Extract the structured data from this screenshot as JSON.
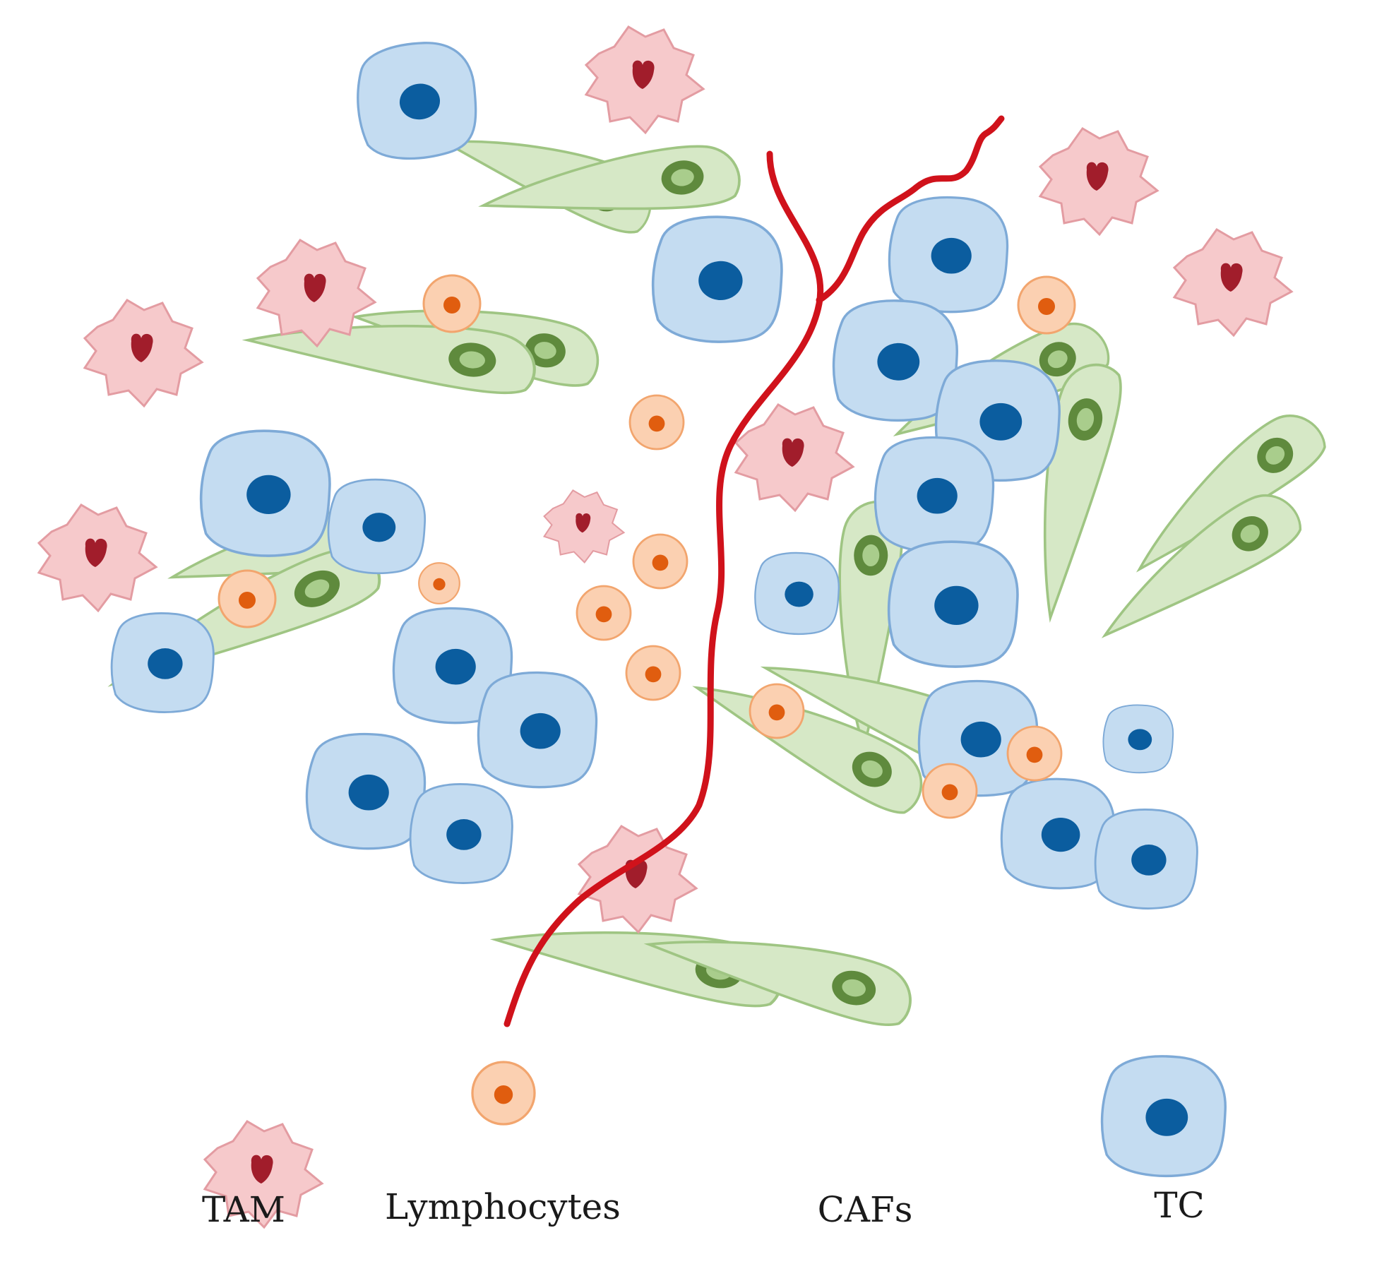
{
  "legend": {
    "tam": "TAM",
    "lymphocytes": "Lymphocytes",
    "cafs": "CAFs",
    "tc": "TC"
  },
  "colors": {
    "tam_fill": "#f6c9cb",
    "tam_stroke": "#e39ca2",
    "tam_nucleus": "#a11d2b",
    "lymph_fill": "#fbd0b1",
    "lymph_stroke": "#f2a56e",
    "lymph_nucleus": "#e05d0f",
    "caf_fill": "#d6e8c6",
    "caf_stroke": "#9fc583",
    "caf_nucleus_ring": "#5f8a3d",
    "caf_nucleus_core": "#a9cd8c",
    "tc_fill": "#c4dcf1",
    "tc_stroke": "#7eaad7",
    "tc_nucleus": "#0b5d9f",
    "vessel": "#d0121b"
  }
}
